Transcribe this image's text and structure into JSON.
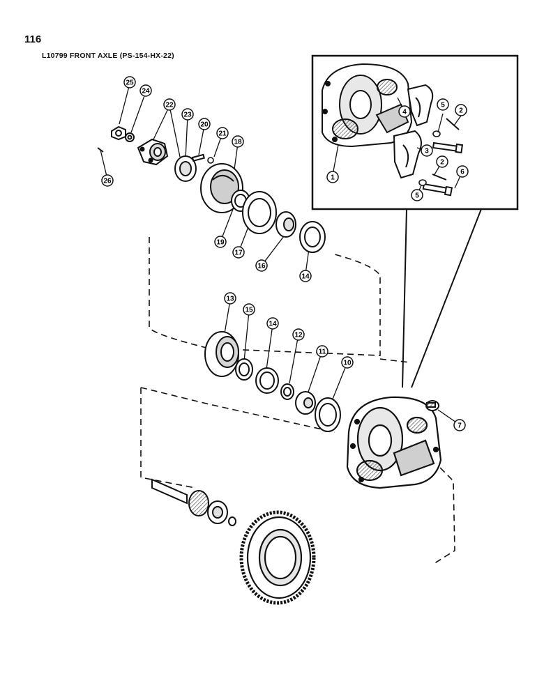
{
  "page": {
    "number": "116",
    "title": "L10799 FRONT AXLE (PS-154-HX-22)"
  },
  "diagram": {
    "callouts": [
      {
        "id": "c1",
        "label": "1"
      },
      {
        "id": "c2a",
        "label": "2"
      },
      {
        "id": "c2b",
        "label": "2"
      },
      {
        "id": "c3",
        "label": "3"
      },
      {
        "id": "c4",
        "label": "4"
      },
      {
        "id": "c5a",
        "label": "5"
      },
      {
        "id": "c5b",
        "label": "5"
      },
      {
        "id": "c6",
        "label": "6"
      },
      {
        "id": "c7",
        "label": "7"
      },
      {
        "id": "c10",
        "label": "10"
      },
      {
        "id": "c11",
        "label": "11"
      },
      {
        "id": "c12",
        "label": "12"
      },
      {
        "id": "c13",
        "label": "13"
      },
      {
        "id": "c14a",
        "label": "14"
      },
      {
        "id": "c14b",
        "label": "14"
      },
      {
        "id": "c15",
        "label": "15"
      },
      {
        "id": "c16",
        "label": "16"
      },
      {
        "id": "c17",
        "label": "17"
      },
      {
        "id": "c18",
        "label": "18"
      },
      {
        "id": "c19",
        "label": "19"
      },
      {
        "id": "c20",
        "label": "20"
      },
      {
        "id": "c21",
        "label": "21"
      },
      {
        "id": "c22",
        "label": "22"
      },
      {
        "id": "c23",
        "label": "23"
      },
      {
        "id": "c24",
        "label": "24"
      },
      {
        "id": "c25",
        "label": "25"
      },
      {
        "id": "c26",
        "label": "26"
      }
    ]
  }
}
